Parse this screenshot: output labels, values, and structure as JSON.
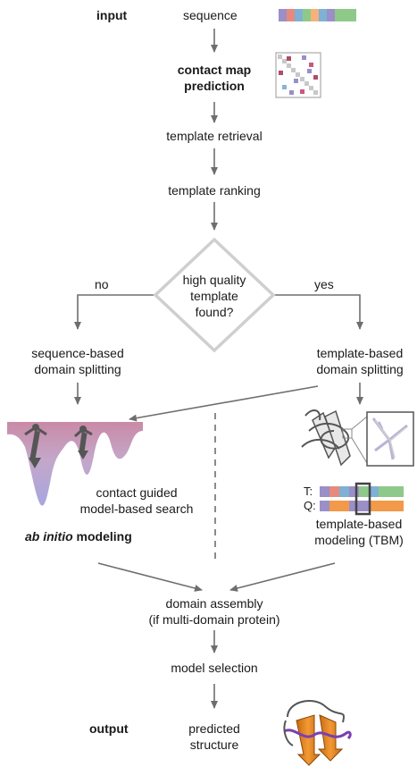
{
  "labels": {
    "input": "input",
    "sequence": "sequence",
    "contact_map_1": "contact map",
    "contact_map_2": "prediction",
    "template_retrieval": "template retrieval",
    "template_ranking": "template ranking",
    "decision_1": "high quality",
    "decision_2": "template",
    "decision_3": "found?",
    "no": "no",
    "yes": "yes",
    "seq_split_1": "sequence-based",
    "seq_split_2": "domain splitting",
    "tmpl_split_1": "template-based",
    "tmpl_split_2": "domain splitting",
    "contact_search_1": "contact guided",
    "contact_search_2": "model-based search",
    "ab_initio_1": "ab initio",
    "ab_initio_2": " modeling",
    "t_label": "T:",
    "q_label": "Q:",
    "tbm_1": "template-based",
    "tbm_2": "modeling (TBM)",
    "assembly_1": "domain assembly",
    "assembly_2": "(if multi-domain protein)",
    "model_selection": "model selection",
    "output": "output",
    "predicted_1": "predicted",
    "predicted_2": "structure"
  },
  "colors": {
    "arrow": "#6e6e6e",
    "diamond": "#cfcfcf",
    "seq_segments": [
      "#9a8fc7",
      "#e68a7d",
      "#7fb0d6",
      "#8fc98a",
      "#f5b27a",
      "#7fb0d6",
      "#8fc98a",
      "#9a8fc7"
    ],
    "funnel_top": "#c98aa6",
    "funnel_bottom": "#a7a6e0",
    "structure_orange": "#e0821a",
    "structure_purple": "#7b3fb0"
  },
  "icons": [
    "sequence-bar-icon",
    "contact-map-icon",
    "energy-funnel-icon",
    "template-structure-icon",
    "alignment-icon",
    "protein-structure-icon"
  ]
}
